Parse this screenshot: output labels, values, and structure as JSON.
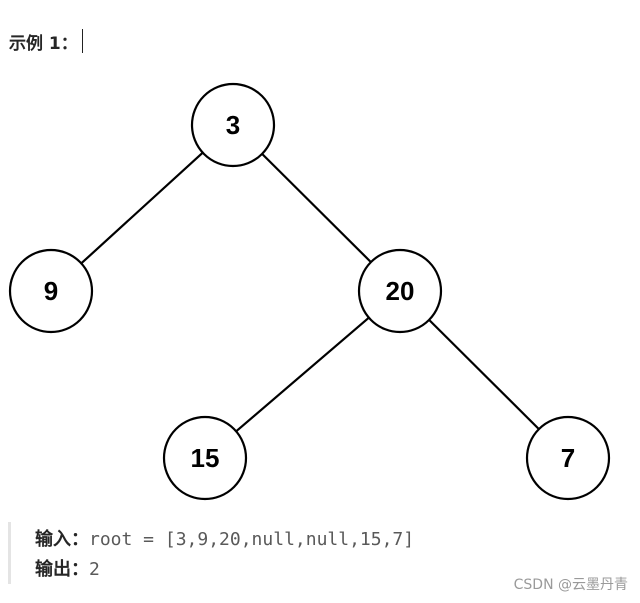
{
  "heading": "示例 1：",
  "tree": {
    "nodes": [
      {
        "id": "n3",
        "label": "3"
      },
      {
        "id": "n9",
        "label": "9"
      },
      {
        "id": "n20",
        "label": "20"
      },
      {
        "id": "n15",
        "label": "15"
      },
      {
        "id": "n7",
        "label": "7"
      }
    ],
    "edges": [
      {
        "from": "n3",
        "to": "n9"
      },
      {
        "from": "n3",
        "to": "n20"
      },
      {
        "from": "n20",
        "to": "n15"
      },
      {
        "from": "n20",
        "to": "n7"
      }
    ]
  },
  "example": {
    "input_label": "输入：",
    "input_value": "root = [3,9,20,null,null,15,7]",
    "output_label": "输出：",
    "output_value": "2"
  },
  "watermark": "CSDN @云墨丹青"
}
